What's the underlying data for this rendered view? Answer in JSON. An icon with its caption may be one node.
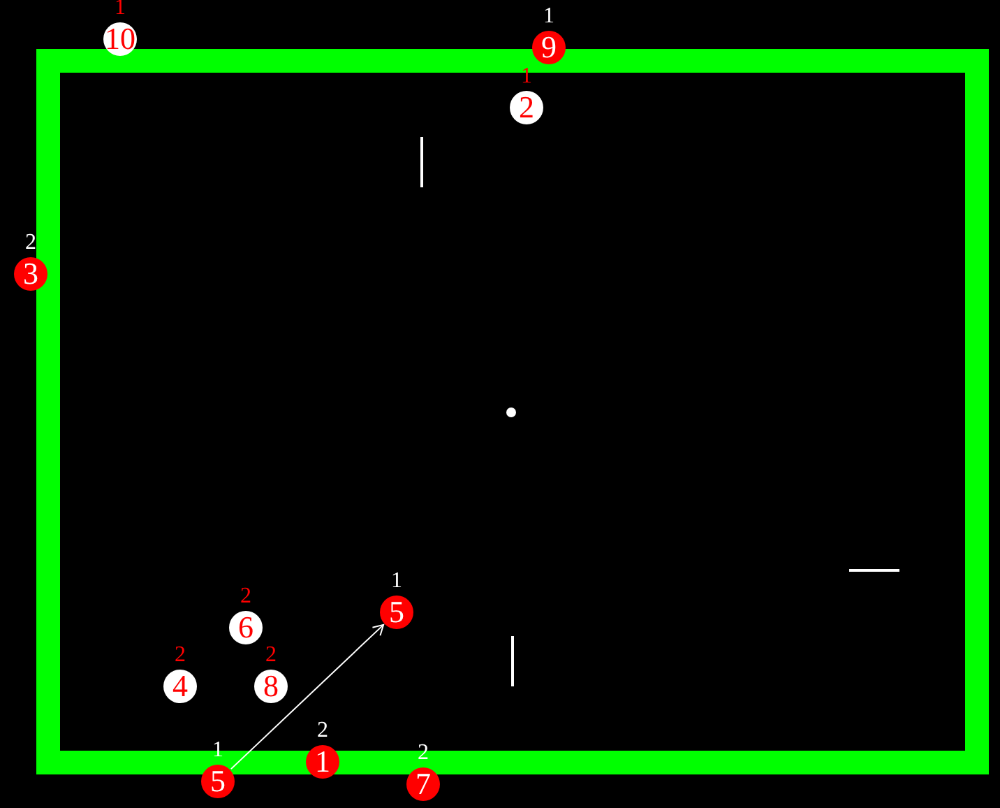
{
  "diagram": {
    "nodes": [
      {
        "text": [
          "10"
        ],
        "beside": [
          "1"
        ]
      },
      {
        "text": [
          "9"
        ],
        "beside": [
          "1"
        ]
      },
      {
        "text": [
          "2"
        ],
        "beside": [
          "1"
        ]
      },
      {
        "text": [
          "3"
        ],
        "beside": [
          "2"
        ]
      },
      {
        "text": [
          "5"
        ],
        "beside": [
          "1"
        ]
      },
      {
        "text": [
          "6"
        ],
        "beside": [
          "2"
        ]
      },
      {
        "text": [
          "4"
        ],
        "beside": [
          "2"
        ]
      },
      {
        "text": [
          "8"
        ],
        "beside": [
          "2"
        ]
      },
      {
        "text": [
          "1"
        ],
        "beside": [
          "2"
        ]
      },
      {
        "text": [
          "5"
        ],
        "beside": [
          "1"
        ]
      },
      {
        "text": [
          "7"
        ],
        "beside": [
          "2"
        ]
      }
    ],
    "edges": [
      {
        "from": 9,
        "to": 4,
        "arrow": "to"
      }
    ]
  }
}
